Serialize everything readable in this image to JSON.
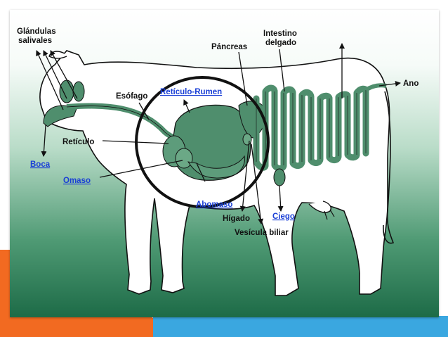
{
  "labels": {
    "glandulas_line1": "Glándulas",
    "glandulas_line2": "salivales",
    "esofago": "Esófago",
    "reticulo_rumen": "Retículo-Rumen",
    "pancreas": "Páncreas",
    "intestino_line1": "Intestino",
    "intestino_line2": "delgado",
    "ano": "Ano",
    "reticulo": "Retículo",
    "boca": "Boca",
    "omaso": "Omaso",
    "abomaso": "Abomaso",
    "higado": "Hígado",
    "ciego": "Ciego",
    "vesicula": "Vesícula biliar"
  },
  "link_labels": [
    "reticulo_rumen",
    "boca",
    "omaso",
    "abomaso",
    "ciego"
  ],
  "colors": {
    "organ_fill": "#4f8e6d",
    "body_fill": "#ffffff",
    "link_text": "#1a3fd6",
    "highlight_circle": "#111111"
  }
}
